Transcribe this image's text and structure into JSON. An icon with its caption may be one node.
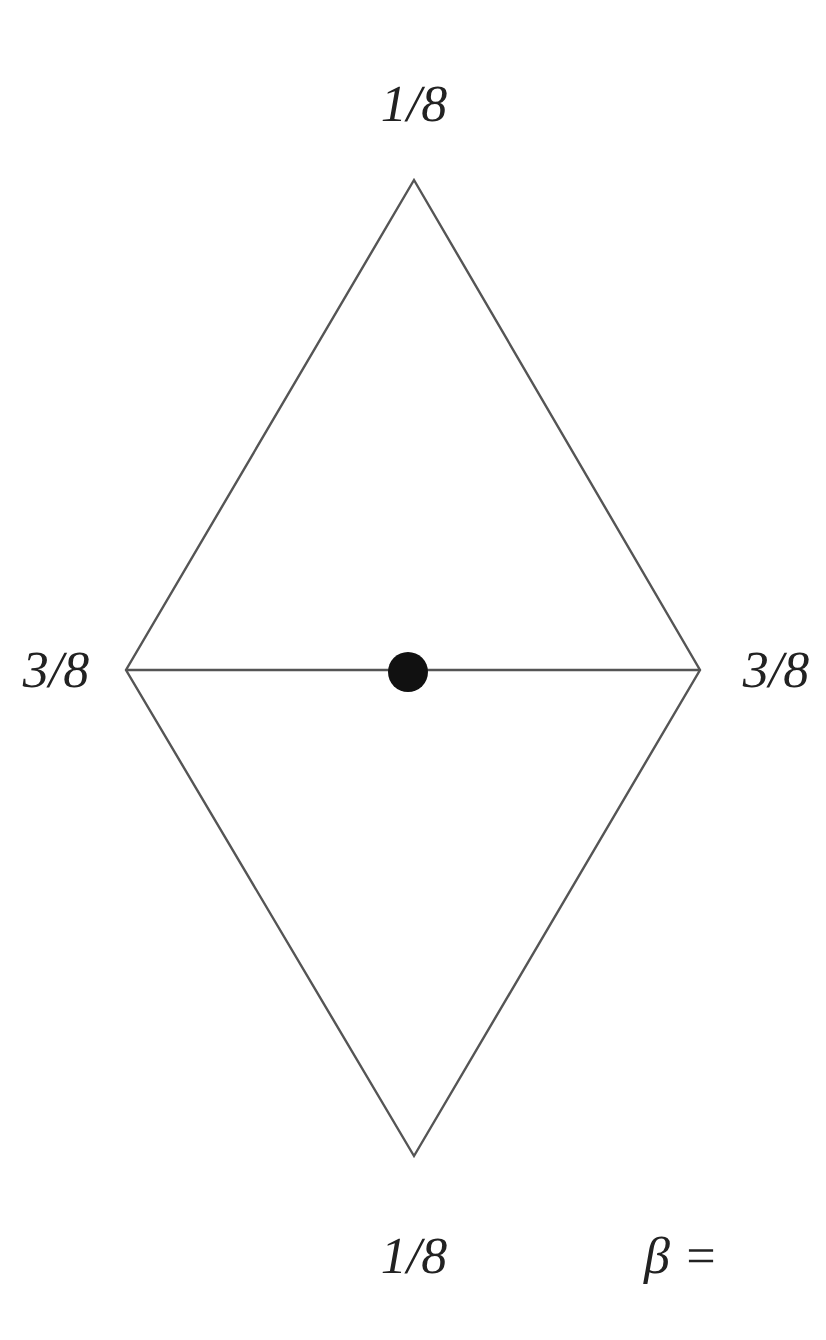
{
  "diagram": {
    "labels": [
      "1/8",
      "3/8",
      "3/8",
      "1/8",
      "β ="
    ]
  }
}
